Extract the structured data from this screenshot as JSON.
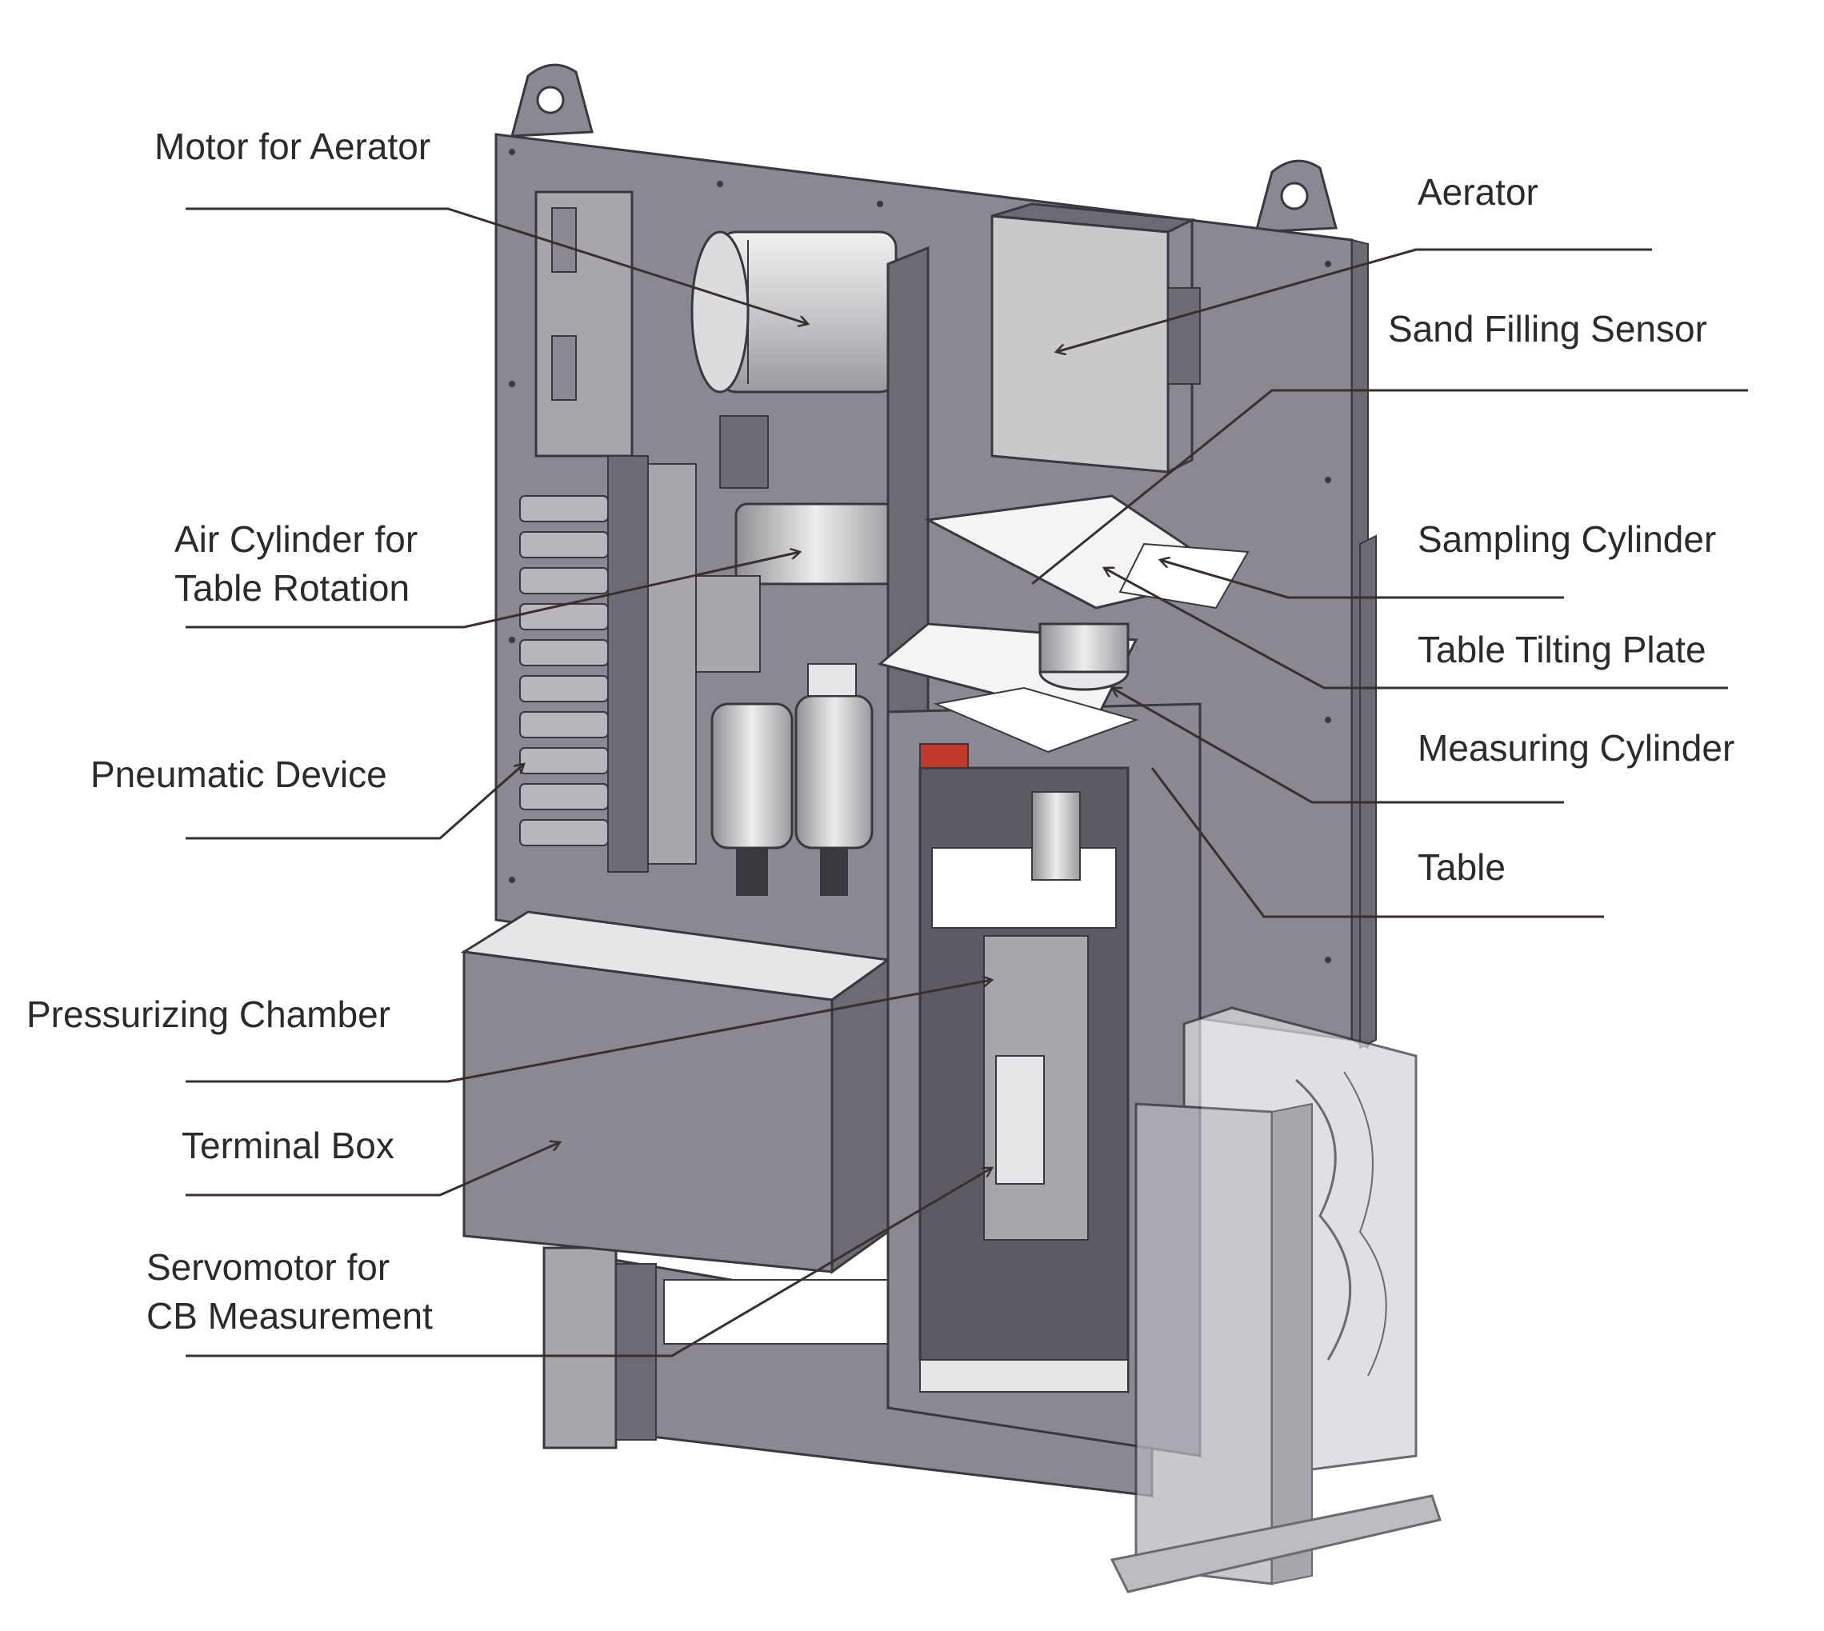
{
  "colors": {
    "background": "#ffffff",
    "panel": "#8c8891",
    "panel_dark": "#6e6a73",
    "panel_light": "#a9a5ad",
    "metal": "#c9c9cc",
    "metal_light": "#e6e6e8",
    "leader_line": "#3a2f2f",
    "label_text": "#2b2b2b",
    "accent_red": "#c0392b"
  },
  "labels": {
    "motor_for_aerator": "Motor for Aerator",
    "aerator": "Aerator",
    "sand_filling_sensor": "Sand Filling Sensor",
    "air_cylinder_line1": "Air Cylinder for",
    "air_cylinder_line2": "Table Rotation",
    "sampling_cylinder": "Sampling Cylinder",
    "table_tilting_plate": "Table Tilting Plate",
    "measuring_cylinder": "Measuring Cylinder",
    "pneumatic_device": "Pneumatic Device",
    "table": "Table",
    "pressurizing_chamber": "Pressurizing Chamber",
    "terminal_box": "Terminal Box",
    "servomotor_line1": "Servomotor for",
    "servomotor_line2": "CB Measurement"
  }
}
